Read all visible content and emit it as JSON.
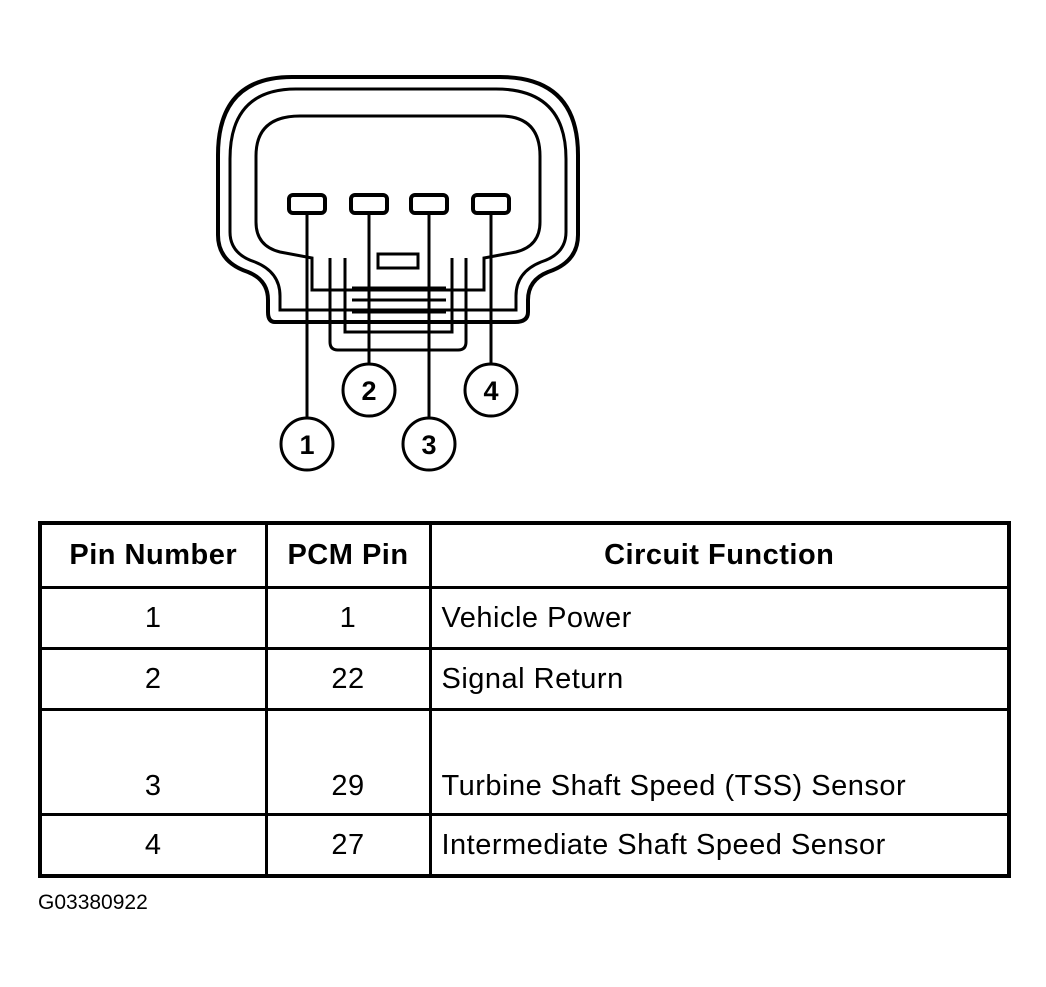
{
  "callouts": [
    {
      "label": "1"
    },
    {
      "label": "2"
    },
    {
      "label": "3"
    },
    {
      "label": "4"
    }
  ],
  "table": {
    "headers": [
      "Pin Number",
      "PCM Pin",
      "Circuit Function"
    ],
    "rows": [
      {
        "pin": "1",
        "pcm": "1",
        "function": "Vehicle Power"
      },
      {
        "pin": "2",
        "pcm": "22",
        "function": "Signal Return"
      },
      {
        "pin": "3",
        "pcm": "29",
        "function": "Turbine Shaft Speed (TSS) Sensor"
      },
      {
        "pin": "4",
        "pcm": "27",
        "function": "Intermediate Shaft Speed Sensor"
      }
    ]
  },
  "figure_id": "G03380922"
}
